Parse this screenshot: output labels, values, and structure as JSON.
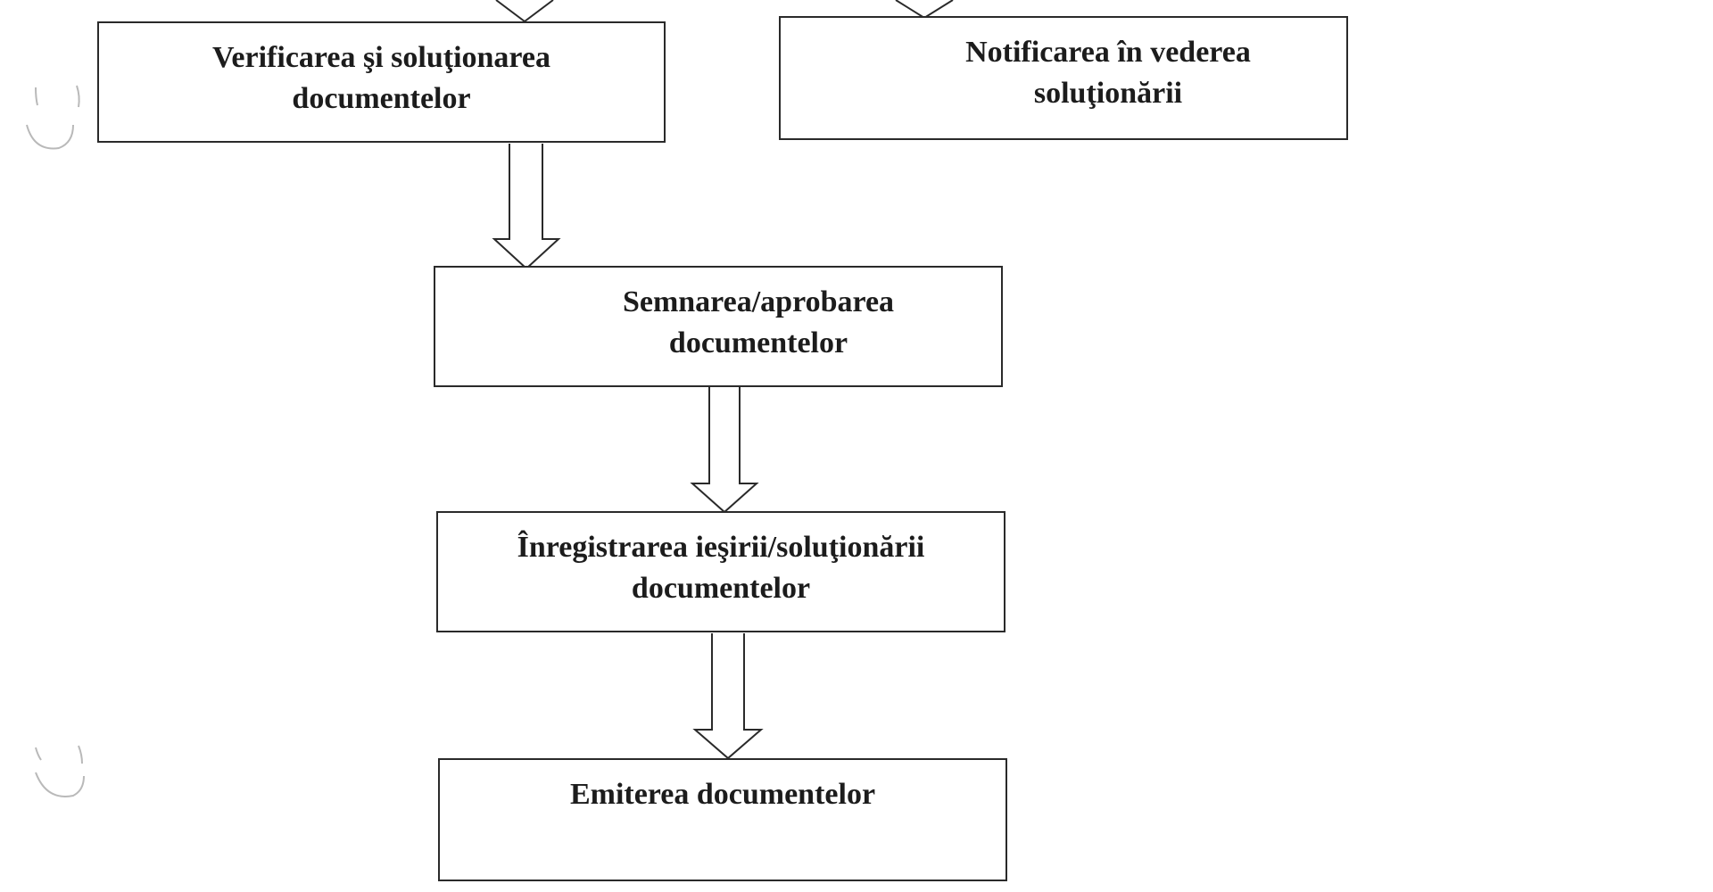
{
  "diagram": {
    "nodes": [
      {
        "id": "verificare",
        "label": "Verificarea şi soluţionarea\ndocumentelor"
      },
      {
        "id": "notificare",
        "label": "Notificarea în vederea\nsoluţionării"
      },
      {
        "id": "semnare",
        "label": "Semnarea/aprobarea\ndocumentelor"
      },
      {
        "id": "inregistrare",
        "label": "Înregistrarea ieşirii/soluţionării\ndocumentelor"
      },
      {
        "id": "emitere",
        "label": "Emiterea documentelor"
      }
    ],
    "edges": [
      {
        "from": "verificare",
        "to": "semnare"
      },
      {
        "from": "semnare",
        "to": "inregistrare"
      },
      {
        "from": "inregistrare",
        "to": "emitere"
      }
    ]
  },
  "colors": {
    "line": "#2a2a2a",
    "text": "#1c1c1c",
    "paper": "#ffffff",
    "punch_hole": "#b9b9b9"
  }
}
